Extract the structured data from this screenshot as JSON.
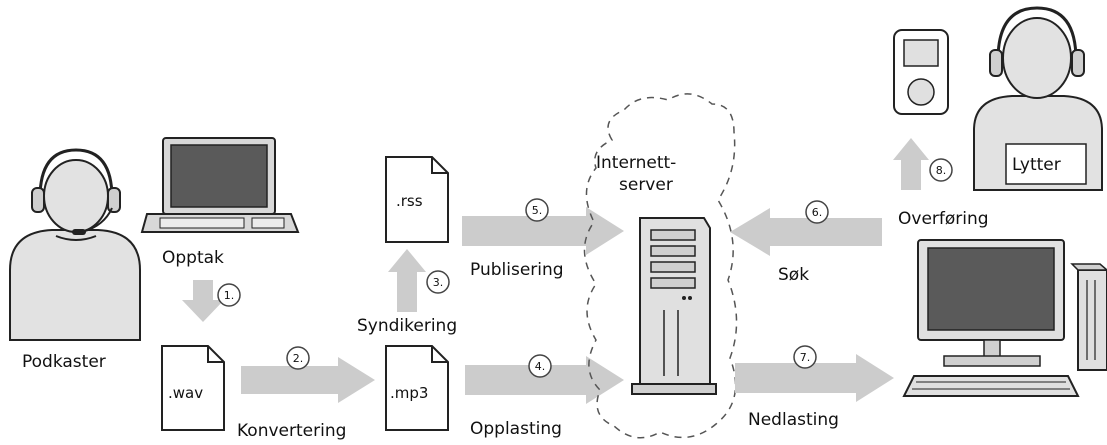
{
  "diagram": {
    "labels": {
      "podkaster": "Podkaster",
      "opptak": "Opptak",
      "konvertering": "Konvertering",
      "syndikering": "Syndikering",
      "publisering": "Publisering",
      "opplasting": "Opplasting",
      "internettserver_line1": "Internett-",
      "internettserver_line2": "server",
      "sok": "Søk",
      "nedlasting": "Nedlasting",
      "overforing": "Overføring",
      "lytter": "Lytter"
    },
    "files": {
      "wav": ".wav",
      "mp3": ".mp3",
      "rss": ".rss"
    },
    "steps": [
      "1.",
      "2.",
      "3.",
      "4.",
      "5.",
      "6.",
      "7.",
      "8."
    ]
  }
}
